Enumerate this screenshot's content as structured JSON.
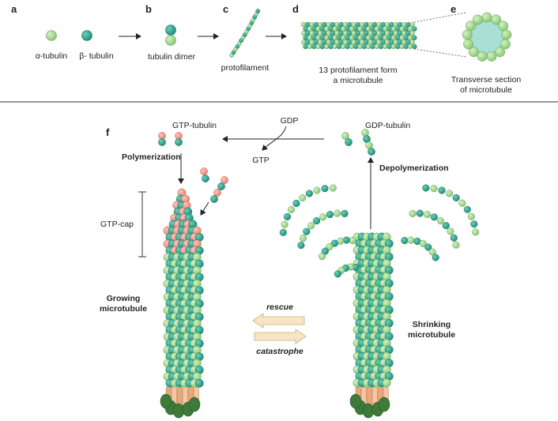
{
  "panels": {
    "a": {
      "letter": "a",
      "alpha_label": "α-tubulin",
      "beta_label": "β- tubulin"
    },
    "b": {
      "letter": "b",
      "label": "tubulin dimer"
    },
    "c": {
      "letter": "c",
      "label": "protofilament"
    },
    "d": {
      "letter": "d",
      "label_line1": "13 protofilament form",
      "label_line2": "a microtubule"
    },
    "e": {
      "letter": "e",
      "label_line1": "Transverse section",
      "label_line2": "of microtubule"
    },
    "f": {
      "letter": "f",
      "gdp": "GDP",
      "gtp": "GTP",
      "gtp_tubulin": "GTP-tubulin",
      "gdp_tubulin": "GDP-tubulin",
      "polymerization": "Polymerization",
      "depolymerization": "Depolymerization",
      "gtp_cap": "GTP-cap",
      "growing_line1": "Growing",
      "growing_line2": "microtubule",
      "shrinking_line1": "Shrinking",
      "shrinking_line2": "microtubule",
      "rescue": "rescue",
      "catastrophe": "catastrophe"
    }
  },
  "colors": {
    "alpha": "#a3d98f",
    "beta": "#2fa58f",
    "gtp": "#f29a8c",
    "lumen": "#a8e0d6",
    "cap_orange": "#e9a87c",
    "cap_green": "#3e7a3a",
    "arrow_band": "#f6e6c4"
  }
}
